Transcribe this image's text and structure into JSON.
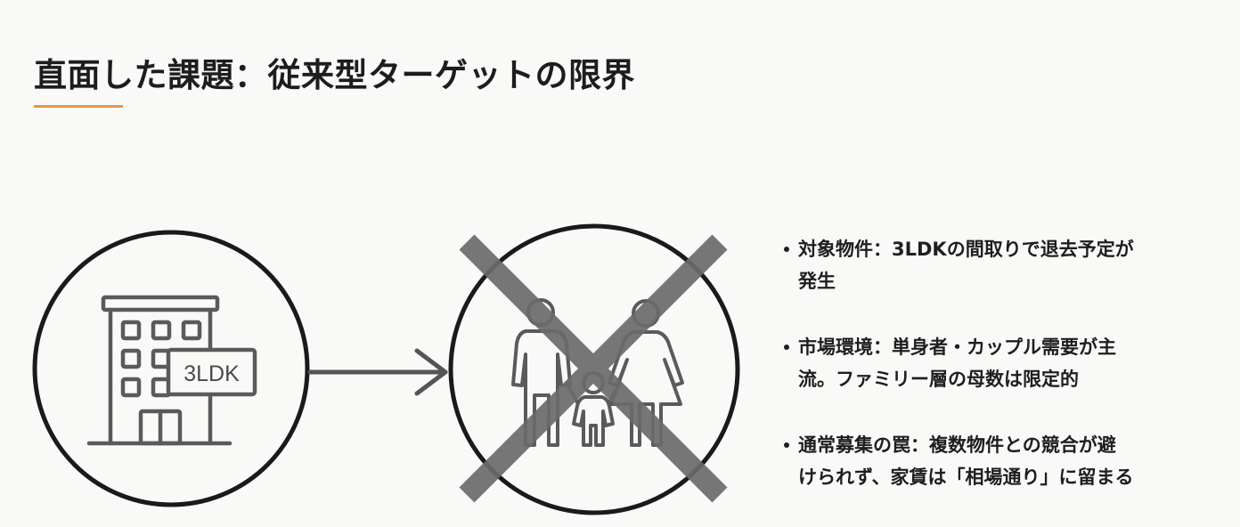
{
  "title": "直面した課題：従来型ターゲットの限界",
  "colors": {
    "accent": "#e8954a",
    "stroke": "#5a5a5a",
    "cross": "#6b6b6b",
    "text": "#1e1e1e"
  },
  "diagram": {
    "building_icon": "apartment-building-icon",
    "building_label": "3LDK",
    "arrow_icon": "arrow-right-icon",
    "family_icon": "family-icon",
    "cross_icon": "cross-mark-icon"
  },
  "bullets": [
    {
      "line1": "対象物件：3LDKの間取りで退去予定が",
      "line2": "発生"
    },
    {
      "line1": "市場環境：単身者・カップル需要が主",
      "line2": "流。ファミリー層の母数は限定的"
    },
    {
      "line1": "通常募集の罠：複数物件との競合が避",
      "line2": "けられず、家賃は「相場通り」に留まる"
    }
  ]
}
